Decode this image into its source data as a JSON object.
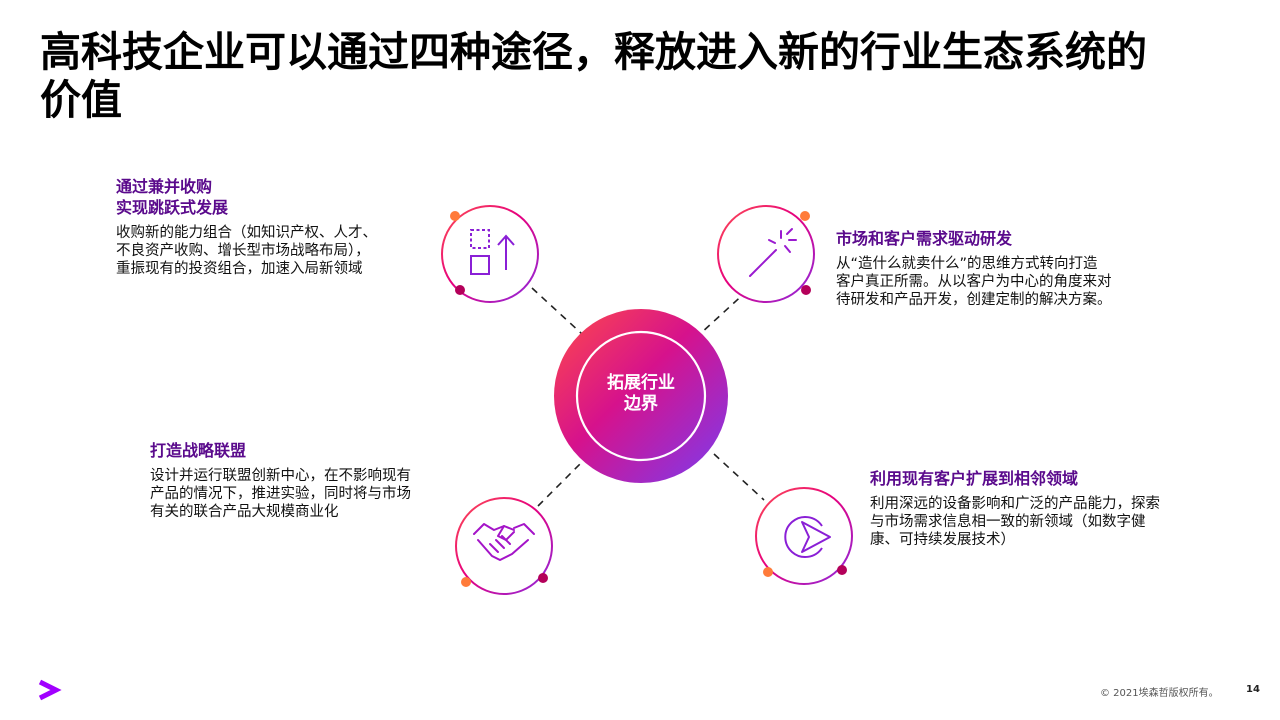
{
  "title": {
    "line1": "高科技企业可以通过四种途径，释放进入新的行业生态系统的",
    "line2": "价值"
  },
  "center": {
    "line1": "拓展行业",
    "line2": "边界"
  },
  "blocks": {
    "top_left": {
      "icon": "squares-arrow-up-icon",
      "heading": [
        "通过兼并收购",
        "实现跳跃式发展"
      ],
      "body": [
        "收购新的能力组合（如知识产权、人才、",
        "不良资产收购、增长型市场战略布局），",
        "重振现有的投资组合，加速入局新领域"
      ]
    },
    "top_right": {
      "icon": "magic-wand-icon",
      "heading": [
        "市场和客户需求驱动研发"
      ],
      "body": [
        "从“造什么就卖什么”的思维方式转向打造",
        "客户真正所需。从以客户为中心的角度来对",
        "待研发和产品开发，创建定制的解决方案。"
      ]
    },
    "bottom_left": {
      "icon": "handshake-icon",
      "heading": [
        "打造战略联盟"
      ],
      "body": [
        "设计并运行联盟创新中心，在不影响现有",
        "产品的情况下，推进实验，同时将与市场",
        "有关的联合产品大规模商业化"
      ]
    },
    "bottom_right": {
      "icon": "compass-pointer-icon",
      "heading": [
        "利用现有客户扩展到相邻领域"
      ],
      "body": [
        "利用深远的设备影响和广泛的产品能力，探索",
        "与市场需求信息相一致的新领域（如数字健",
        "康、可持续发展技术）"
      ]
    }
  },
  "footer": {
    "copyright": "© 2021埃森哲版权所有。",
    "page_number": "14",
    "logo": "accenture-chevron-logo"
  },
  "colors": {
    "purple_dark": "#5a0a8c",
    "purple": "#a100ff",
    "pink": "#e6007e",
    "orange": "#ff7b3a",
    "magenta_dot": "#b4005a"
  }
}
